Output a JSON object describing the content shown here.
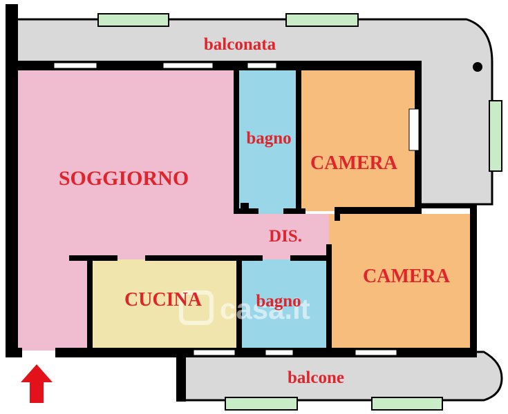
{
  "plan": {
    "rooms": {
      "balconata": "balconata",
      "soggiorno": "SOGGIORNO",
      "bagno_top": "bagno",
      "camera_top": "CAMERA",
      "dis": "DIS.",
      "camera_right": "CAMERA",
      "cucina": "CUCINA",
      "bagno_bottom": "bagno",
      "balcone": "balcone"
    },
    "watermark": "casa.it",
    "colors": {
      "wall": "#000000",
      "balcony": "#d9d9d9",
      "soggiorno": "#f0bcd0",
      "bagno": "#99d6e8",
      "camera": "#f6bd7c",
      "cucina": "#f0e6ad",
      "window": "#c8ecc6",
      "label": "#e0242b",
      "entrance_arrow": "#e3121a"
    },
    "entrance_icon": "entrance-arrow-icon"
  }
}
